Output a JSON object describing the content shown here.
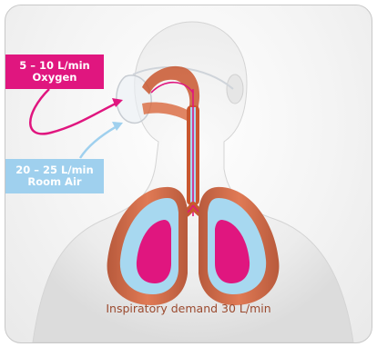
{
  "oxygen_label": {
    "line1": "5 – 10 L/min",
    "line2": "Oxygen"
  },
  "air_label": {
    "line1": "20 – 25 L/min",
    "line2": "Room Air"
  },
  "caption": "Inspiratory demand 30 L/min",
  "colors": {
    "oxygen": "#e0167f",
    "room_air": "#9fd0ee",
    "airway": "#c9572f",
    "lung_tissue": "#d96a44",
    "skin": "#eeeeee"
  }
}
